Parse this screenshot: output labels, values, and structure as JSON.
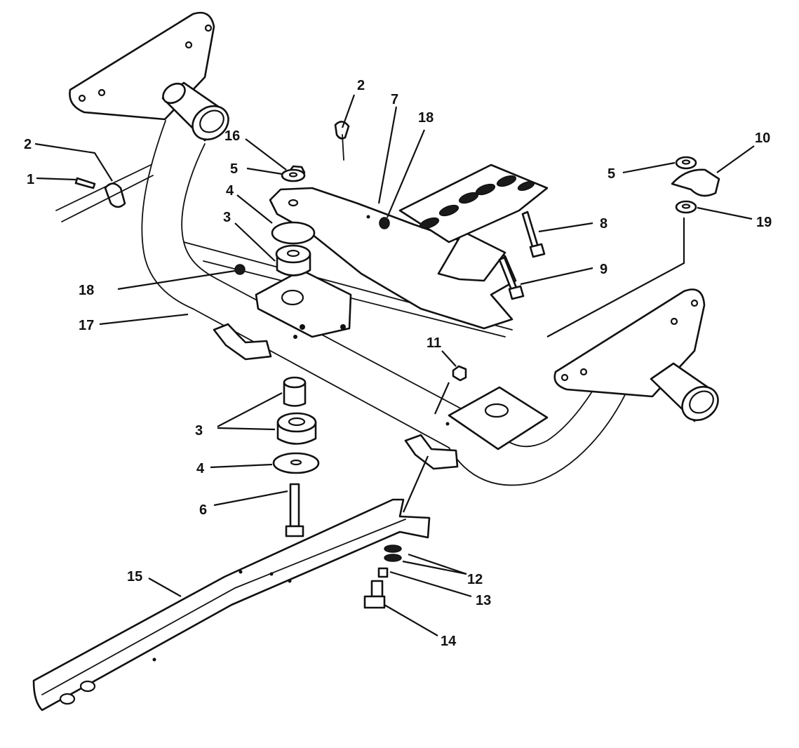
{
  "callouts": [
    {
      "id": "c1",
      "number": "1"
    },
    {
      "id": "c2a",
      "number": "2"
    },
    {
      "id": "c2b",
      "number": "2"
    },
    {
      "id": "c3a",
      "number": "3"
    },
    {
      "id": "c3b",
      "number": "3"
    },
    {
      "id": "c4a",
      "number": "4"
    },
    {
      "id": "c4b",
      "number": "4"
    },
    {
      "id": "c5a",
      "number": "5"
    },
    {
      "id": "c5b",
      "number": "5"
    },
    {
      "id": "c6",
      "number": "6"
    },
    {
      "id": "c7",
      "number": "7"
    },
    {
      "id": "c8",
      "number": "8"
    },
    {
      "id": "c9",
      "number": "9"
    },
    {
      "id": "c10",
      "number": "10"
    },
    {
      "id": "c11",
      "number": "11"
    },
    {
      "id": "c12",
      "number": "12"
    },
    {
      "id": "c13",
      "number": "13"
    },
    {
      "id": "c14",
      "number": "14"
    },
    {
      "id": "c15",
      "number": "15"
    },
    {
      "id": "c16",
      "number": "16"
    },
    {
      "id": "c17",
      "number": "17"
    },
    {
      "id": "c18a",
      "number": "18"
    },
    {
      "id": "c18b",
      "number": "18"
    },
    {
      "id": "c19",
      "number": "19"
    }
  ],
  "colors": {
    "ink": "#111111",
    "paper": "#ffffff"
  }
}
